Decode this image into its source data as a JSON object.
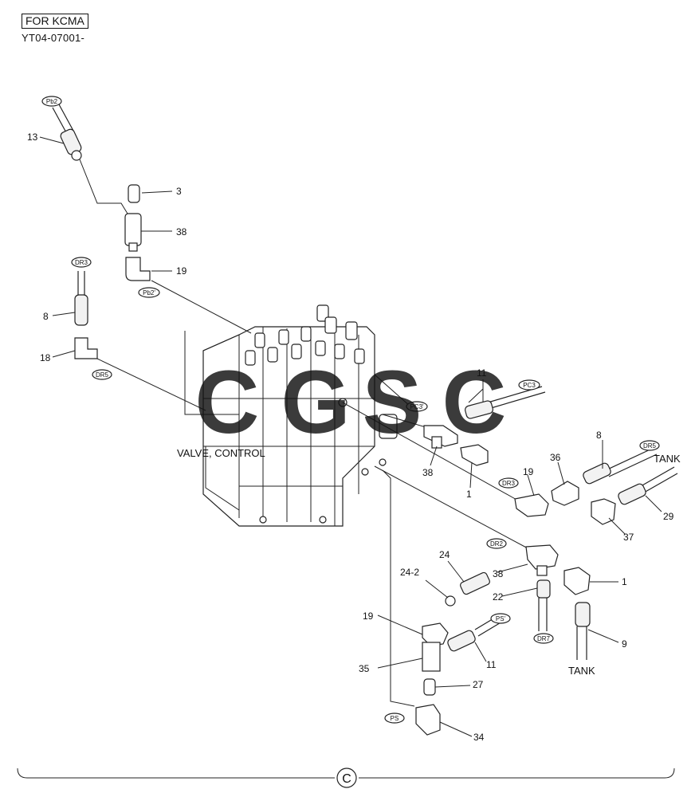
{
  "header": {
    "variant_label": "FOR KCMA",
    "serial_range": "YT04-07001-"
  },
  "part_numbers": {
    "p13": "13",
    "p3": "3",
    "p38_top": "38",
    "p19_top": "19",
    "p8_left": "8",
    "p18": "18",
    "p11_top": "11",
    "p38_mid": "38",
    "p1_mid": "1",
    "p19_mid": "19",
    "p36": "36",
    "p8_right": "8",
    "p29": "29",
    "p37": "37",
    "p24": "24",
    "p24_2": "24-2",
    "p38_low": "38",
    "p1_low": "1",
    "p22": "22",
    "p9": "9",
    "p19_low": "19",
    "p11_low": "11",
    "p35": "35",
    "p27": "27",
    "p34": "34"
  },
  "port_tags": {
    "pb2_top": "Pb2",
    "pb2_mid": "Pb2'",
    "dr3_left": "DR3",
    "dr5_left": "DR5",
    "pc3_mid": "PC3'",
    "pc3_right": "PC3",
    "dr3_right": "DR3",
    "dr5_right": "DR5",
    "dr2": "DR2",
    "dr7": "DR7",
    "ps_prime": "PS'",
    "ps": "PS"
  },
  "labels": {
    "valve": "VALVE, CONTROL",
    "tank_upper": "TANK",
    "tank_lower": "TANK"
  },
  "watermark": {
    "letters": [
      "C",
      "G",
      "S",
      "C"
    ],
    "colors": [
      "#4a8ff0",
      "#ef6a5d",
      "#f7c84a",
      "#3ea673"
    ]
  },
  "footer": {
    "section_mark": "C"
  }
}
